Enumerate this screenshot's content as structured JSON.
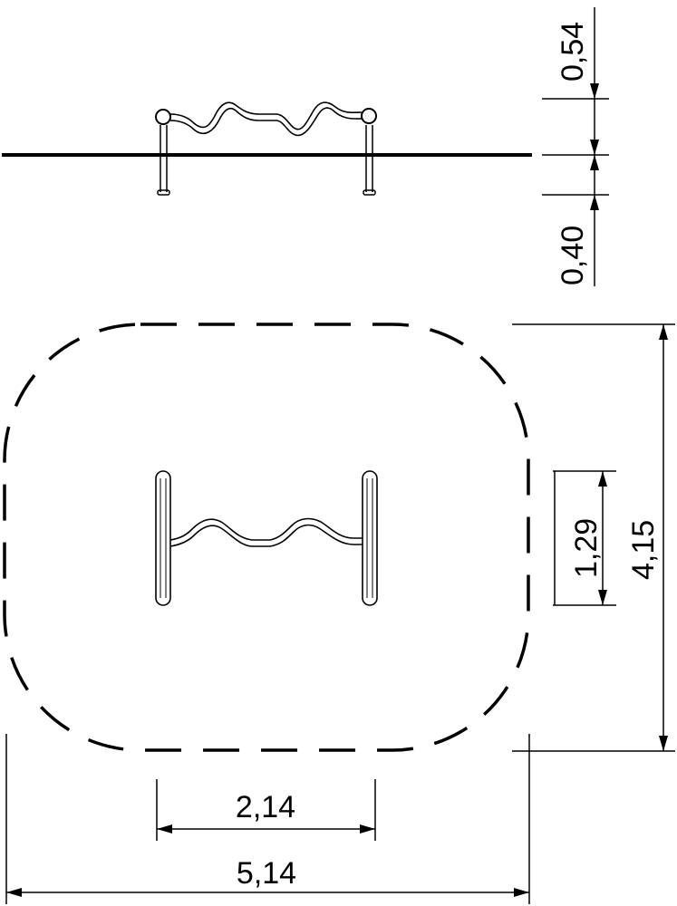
{
  "elevation": {
    "height_above_ground": "0,54",
    "depth_below_ground": "0,40"
  },
  "plan": {
    "equipment_width": "1,29",
    "safety_zone_depth": "4,15",
    "equipment_length": "2,14",
    "safety_zone_length": "5,14"
  }
}
